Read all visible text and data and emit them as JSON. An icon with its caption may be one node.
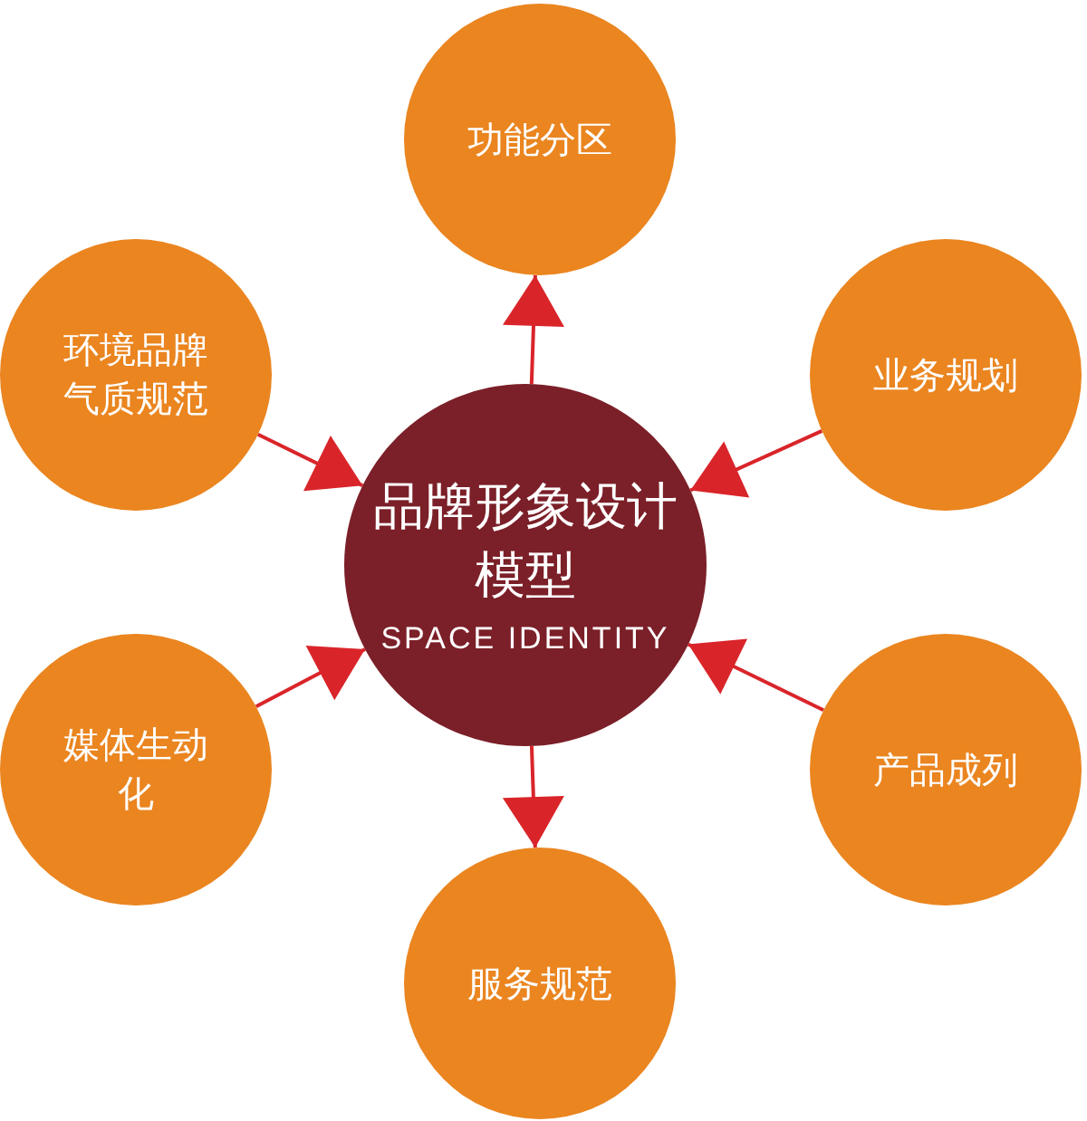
{
  "diagram": {
    "nodes": [
      {
        "text": [
          "品牌形象设计模型",
          "SPACE IDENTITY"
        ]
      },
      {
        "text": [
          "功能分区"
        ]
      },
      {
        "text": [
          "业务规划"
        ]
      },
      {
        "text": [
          "产品成列"
        ]
      },
      {
        "text": [
          "服务规范"
        ]
      },
      {
        "text": [
          "媒体生动化"
        ]
      },
      {
        "text": [
          "环境品牌气质规范"
        ]
      }
    ],
    "edges": [
      {
        "from": 0,
        "to": 1,
        "arrow": "to"
      },
      {
        "from": 2,
        "to": 0,
        "arrow": "to"
      },
      {
        "from": 3,
        "to": 0,
        "arrow": "to"
      },
      {
        "from": 0,
        "to": 4,
        "arrow": "to"
      },
      {
        "from": 5,
        "to": 0,
        "arrow": "to"
      },
      {
        "from": 6,
        "to": 0,
        "arrow": "to"
      }
    ]
  }
}
